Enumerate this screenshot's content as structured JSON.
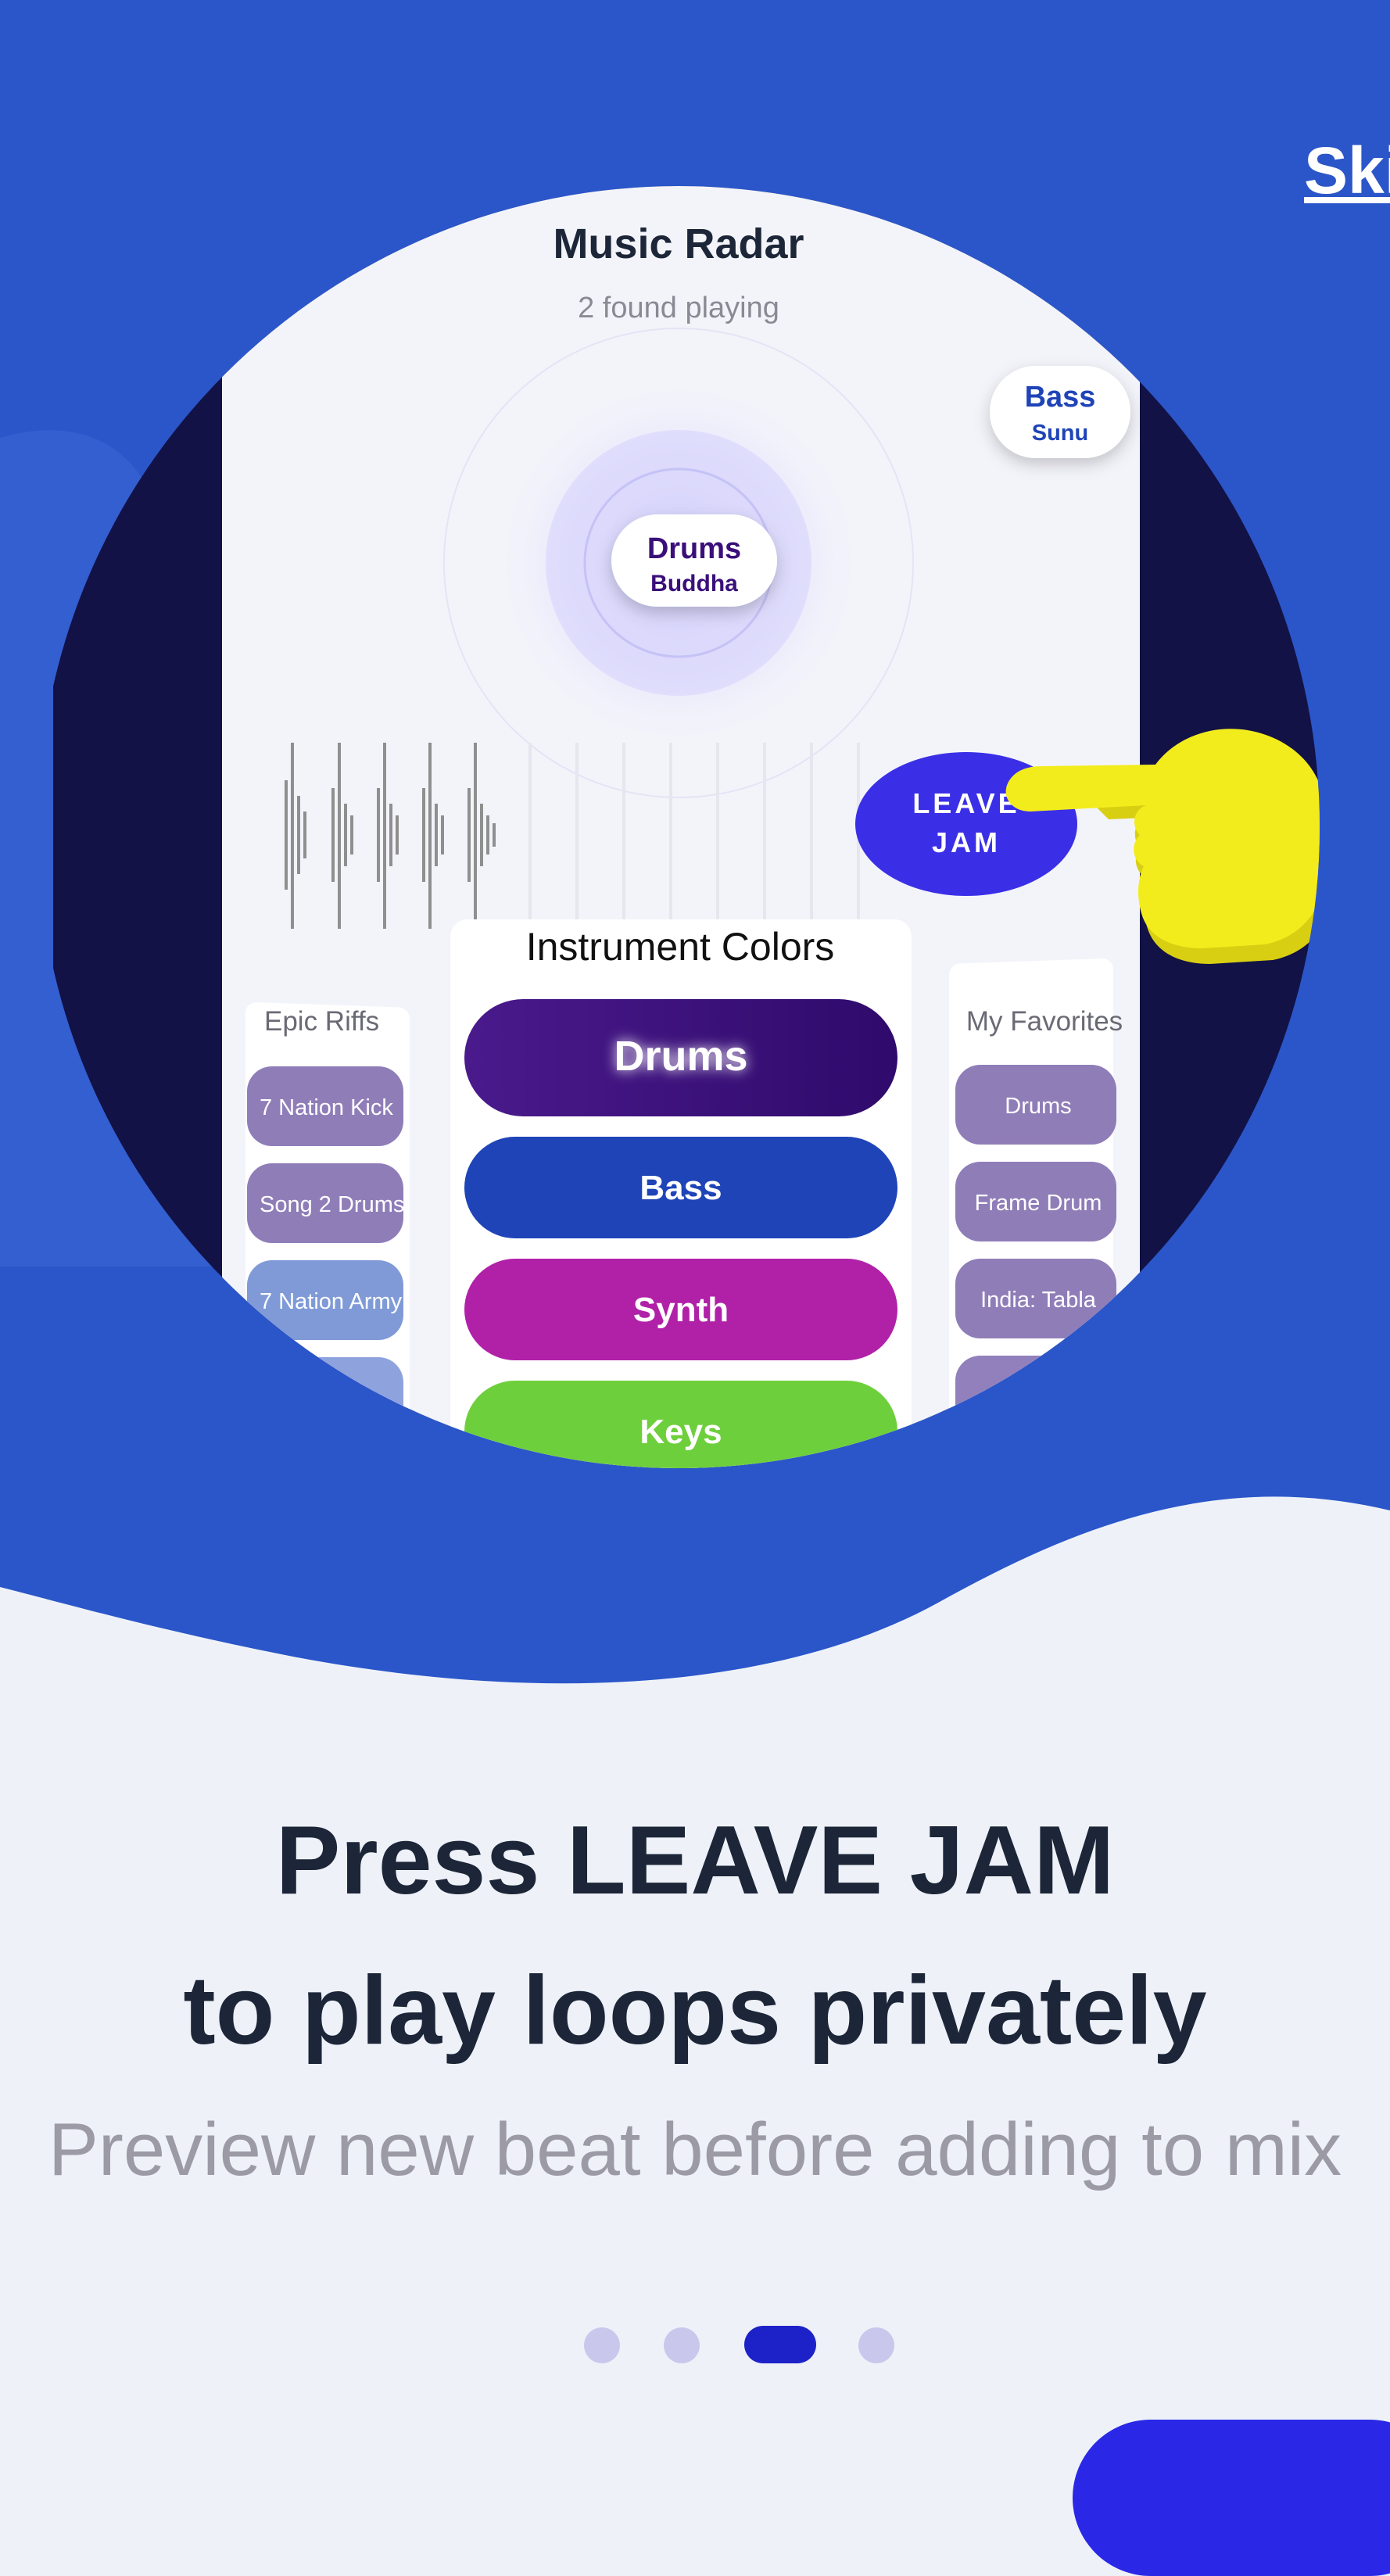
{
  "header": {
    "skip_label": "Ski"
  },
  "radar": {
    "title": "Music Radar",
    "subtitle": "2 found playing",
    "players": [
      {
        "instrument": "Bass",
        "name": "Sunu"
      },
      {
        "instrument": "Drums",
        "name": "Buddha"
      }
    ],
    "leave_jam_line1": "LEAVE",
    "leave_jam_line2": "JAM"
  },
  "instrument_colors": {
    "title": "Instrument Colors",
    "items": [
      {
        "label": "Drums",
        "color": "#3a1282"
      },
      {
        "label": "Bass",
        "color": "#1f44b8"
      },
      {
        "label": "Synth",
        "color": "#b021a8"
      },
      {
        "label": "Keys",
        "color": "#6ecf3c"
      }
    ]
  },
  "epic_riffs": {
    "title": "Epic Riffs",
    "items": [
      "7 Nation Kick",
      "Song 2 Drums",
      "7 Nation Army"
    ]
  },
  "my_favorites": {
    "title": "My Favorites",
    "items": [
      "Drums",
      "Frame Drum",
      "India: Tabla"
    ]
  },
  "onboarding": {
    "headline_line1": "Press LEAVE JAM",
    "headline_line2": "to play loops privately",
    "subline": "Preview new beat before adding to mix",
    "page_count": 4,
    "current_page": 3
  },
  "colors": {
    "brand_blue": "#2b56c9",
    "accent_indigo": "#3a2fe6",
    "page_bg": "#eef2f8",
    "pointer_yellow": "#f3ec1d"
  },
  "icons": {
    "pointer": "pointing-hand-icon"
  }
}
